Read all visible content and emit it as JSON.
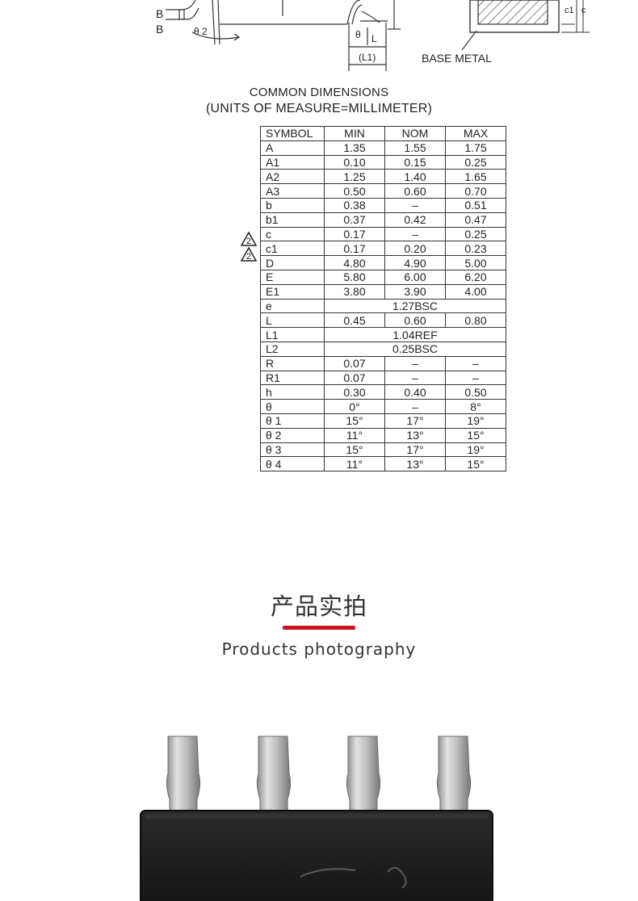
{
  "drawing": {
    "labels": {
      "b_top": "B",
      "b_bottom": "B",
      "theta2": "θ 2",
      "theta": "θ",
      "l": "L",
      "l1": "(L1)",
      "base_metal": "BASE METAL",
      "c1": "c1",
      "c": "c"
    }
  },
  "dimensions": {
    "title_line1": "COMMON DIMENSIONS",
    "title_line2": "(UNITS OF MEASURE=MILLIMETER)",
    "headers": [
      "SYMBOL",
      "MIN",
      "NOM",
      "MAX"
    ],
    "warning_mark": "2",
    "rows": [
      {
        "symbol": "A",
        "min": "1.35",
        "nom": "1.55",
        "max": "1.75"
      },
      {
        "symbol": "A1",
        "min": "0.10",
        "nom": "0.15",
        "max": "0.25"
      },
      {
        "symbol": "A2",
        "min": "1.25",
        "nom": "1.40",
        "max": "1.65"
      },
      {
        "symbol": "A3",
        "min": "0.50",
        "nom": "0.60",
        "max": "0.70"
      },
      {
        "symbol": "b",
        "min": "0.38",
        "nom": "–",
        "max": "0.51"
      },
      {
        "symbol": "b1",
        "min": "0.37",
        "nom": "0.42",
        "max": "0.47"
      },
      {
        "symbol": "c",
        "min": "0.17",
        "nom": "–",
        "max": "0.25",
        "flag": true
      },
      {
        "symbol": "c1",
        "min": "0.17",
        "nom": "0.20",
        "max": "0.23",
        "flag": true
      },
      {
        "symbol": "D",
        "min": "4.80",
        "nom": "4.90",
        "max": "5.00"
      },
      {
        "symbol": "E",
        "min": "5.80",
        "nom": "6.00",
        "max": "6.20"
      },
      {
        "symbol": "E1",
        "min": "3.80",
        "nom": "3.90",
        "max": "4.00"
      },
      {
        "symbol": "e",
        "span": "1.27BSC"
      },
      {
        "symbol": "L",
        "min": "0.45",
        "nom": "0.60",
        "max": "0.80"
      },
      {
        "symbol": "L1",
        "span": "1.04REF"
      },
      {
        "symbol": "L2",
        "span": "0.25BSC"
      },
      {
        "symbol": "R",
        "min": "0.07",
        "nom": "–",
        "max": "–"
      },
      {
        "symbol": "R1",
        "min": "0.07",
        "nom": "–",
        "max": "–"
      },
      {
        "symbol": "h",
        "min": "0.30",
        "nom": "0.40",
        "max": "0.50"
      },
      {
        "symbol": "θ",
        "min": "0°",
        "nom": "–",
        "max": "8°"
      },
      {
        "symbol": "θ 1",
        "min": "15°",
        "nom": "17°",
        "max": "19°"
      },
      {
        "symbol": "θ 2",
        "min": "11°",
        "nom": "13°",
        "max": "15°"
      },
      {
        "symbol": "θ 3",
        "min": "15°",
        "nom": "17°",
        "max": "19°"
      },
      {
        "symbol": "θ 4",
        "min": "11°",
        "nom": "13°",
        "max": "15°"
      }
    ]
  },
  "section": {
    "title": "产品实拍",
    "subtitle": "Products photography",
    "accent_color": "#c8161d"
  },
  "photo": {
    "subject": "SOP-8 chip package photo",
    "pin_count_visible": 4
  }
}
